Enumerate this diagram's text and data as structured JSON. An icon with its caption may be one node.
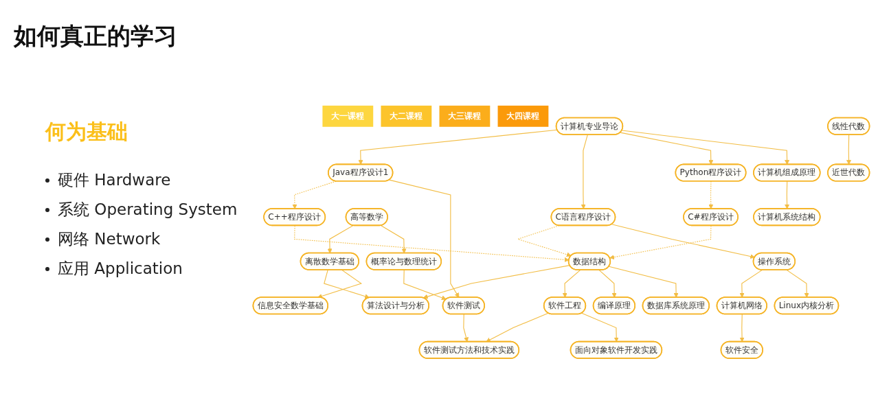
{
  "diagram": {
    "title": "如何真正的学习",
    "nodes": [
      {
        "text": [
          "大一课程"
        ]
      },
      {
        "text": [
          "大二课程"
        ]
      },
      {
        "text": [
          "大三课程"
        ]
      },
      {
        "text": [
          "大四课程"
        ]
      },
      {
        "text": [
          "Java程序设计1"
        ]
      },
      {
        "text": [
          "C语言程序设计"
        ]
      },
      {
        "text": [
          "Python程序设计"
        ]
      },
      {
        "text": [
          "计算机专业导论"
        ]
      },
      {
        "text": [
          "高等数学"
        ]
      },
      {
        "text": [
          "C++程序设计"
        ]
      },
      {
        "text": [
          "数据结构"
        ]
      },
      {
        "text": [
          "C#程序设计"
        ]
      },
      {
        "text": [
          "计算机组成原理"
        ]
      },
      {
        "text": [
          "算法设计与分析"
        ]
      },
      {
        "text": [
          "离散数学基础"
        ]
      },
      {
        "text": [
          "概率论与数理统计"
        ]
      },
      {
        "text": [
          "软件工程"
        ]
      },
      {
        "text": [
          "编译原理"
        ]
      },
      {
        "text": [
          "操作系统"
        ]
      },
      {
        "text": [
          "计算机网络"
        ]
      },
      {
        "text": [
          "数据库系统原理"
        ]
      },
      {
        "text": [
          "线性代数"
        ]
      },
      {
        "text": [
          "软件测试"
        ]
      },
      {
        "text": [
          "软件测试方法和技术实践"
        ]
      },
      {
        "text": [
          "面向对象软件开发实践"
        ]
      },
      {
        "text": [
          "计算机系统结构"
        ]
      },
      {
        "text": [
          "Linux内核分析"
        ]
      },
      {
        "text": [
          "软件安全"
        ]
      },
      {
        "text": [
          "信息安全数学基础"
        ]
      },
      {
        "text": [
          "近世代数"
        ]
      }
    ],
    "edges": [
      {
        "from": 7,
        "to": 4,
        "arrow": "to"
      },
      {
        "from": 7,
        "to": 5,
        "arrow": "to"
      },
      {
        "from": 7,
        "to": 6,
        "arrow": "to"
      },
      {
        "from": 4,
        "to": 9,
        "arrow": "to",
        "style": "dashed"
      },
      {
        "from": 5,
        "to": 10,
        "arrow": "to",
        "style": "dashed"
      },
      {
        "from": 6,
        "to": 11,
        "arrow": "to",
        "style": "dashed"
      },
      {
        "from": 9,
        "to": 10,
        "arrow": "to",
        "style": "dashed"
      },
      {
        "from": 11,
        "to": 10,
        "arrow": "to",
        "style": "dashed"
      },
      {
        "from": 7,
        "to": 12,
        "arrow": "to"
      },
      {
        "from": 14,
        "to": 13,
        "arrow": "to"
      },
      {
        "from": 10,
        "to": 13,
        "arrow": "to"
      },
      {
        "from": 8,
        "to": 14,
        "arrow": "to"
      },
      {
        "from": 8,
        "to": 15,
        "arrow": "to"
      },
      {
        "from": 10,
        "to": 16,
        "arrow": "to"
      },
      {
        "from": 10,
        "to": 17,
        "arrow": "to"
      },
      {
        "from": 5,
        "to": 18,
        "arrow": "to"
      },
      {
        "from": 18,
        "to": 19,
        "arrow": "to"
      },
      {
        "from": 10,
        "to": 20,
        "arrow": "to"
      },
      {
        "from": 4,
        "to": 22,
        "arrow": "to"
      },
      {
        "from": 15,
        "to": 22,
        "arrow": "to"
      },
      {
        "from": 16,
        "to": 23,
        "arrow": "to"
      },
      {
        "from": 22,
        "to": 23,
        "arrow": "to"
      },
      {
        "from": 16,
        "to": 24,
        "arrow": "to"
      },
      {
        "from": 12,
        "to": 25,
        "arrow": "to"
      },
      {
        "from": 18,
        "to": 26,
        "arrow": "to"
      },
      {
        "from": 19,
        "to": 27,
        "arrow": "to"
      },
      {
        "from": 14,
        "to": 28,
        "arrow": "to"
      },
      {
        "from": 21,
        "to": 29,
        "arrow": "to"
      }
    ],
    "labels": [
      "何为基础",
      "硬件 Hardware",
      "系统 Operating System",
      "网络 Network",
      "应用 Application"
    ]
  }
}
